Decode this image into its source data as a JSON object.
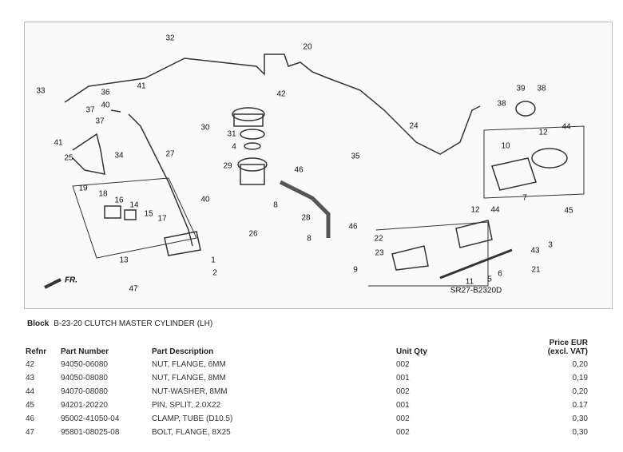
{
  "diagram": {
    "callouts": [
      "32",
      "20",
      "42",
      "33",
      "36",
      "41",
      "40",
      "37",
      "37",
      "41",
      "34",
      "25",
      "27",
      "30",
      "31",
      "4",
      "29",
      "46",
      "8",
      "40",
      "26",
      "24",
      "35",
      "39",
      "38",
      "38",
      "12",
      "44",
      "10",
      "7",
      "45",
      "12",
      "44",
      "28",
      "46",
      "8",
      "22",
      "23",
      "9",
      "43",
      "3",
      "5",
      "6",
      "21",
      "11",
      "19",
      "18",
      "16",
      "14",
      "15",
      "17",
      "13",
      "1",
      "2",
      "47"
    ],
    "drawing_code": "SR27-B2320D",
    "direction_label": "FR."
  },
  "block": {
    "label": "Block",
    "title": "B-23-20 CLUTCH MASTER CYLINDER (LH)"
  },
  "table": {
    "headers": {
      "refnr": "Refnr",
      "part_number": "Part Number",
      "description": "Part Description",
      "qty": "Unit Qty",
      "price_line1": "Price EUR",
      "price_line2": "(excl. VAT)"
    },
    "rows": [
      {
        "refnr": "42",
        "part_number": "94050-06080",
        "description": "NUT, FLANGE, 6MM",
        "qty": "002",
        "price": "0,20"
      },
      {
        "refnr": "43",
        "part_number": "94050-08080",
        "description": "NUT, FLANGE, 8MM",
        "qty": "001",
        "price": "0,19"
      },
      {
        "refnr": "44",
        "part_number": "94070-08080",
        "description": "NUT-WASHER, 8MM",
        "qty": "002",
        "price": "0,20"
      },
      {
        "refnr": "45",
        "part_number": "94201-20220",
        "description": "PIN, SPLIT, 2.0X22",
        "qty": "001",
        "price": "0.17"
      },
      {
        "refnr": "46",
        "part_number": "95002-41050-04",
        "description": "CLAMP, TUBE (D10.5)",
        "qty": "002",
        "price": "0,30"
      },
      {
        "refnr": "47",
        "part_number": "95801-08025-08",
        "description": "BOLT, FLANGE, 8X25",
        "qty": "002",
        "price": "0,30"
      }
    ]
  }
}
